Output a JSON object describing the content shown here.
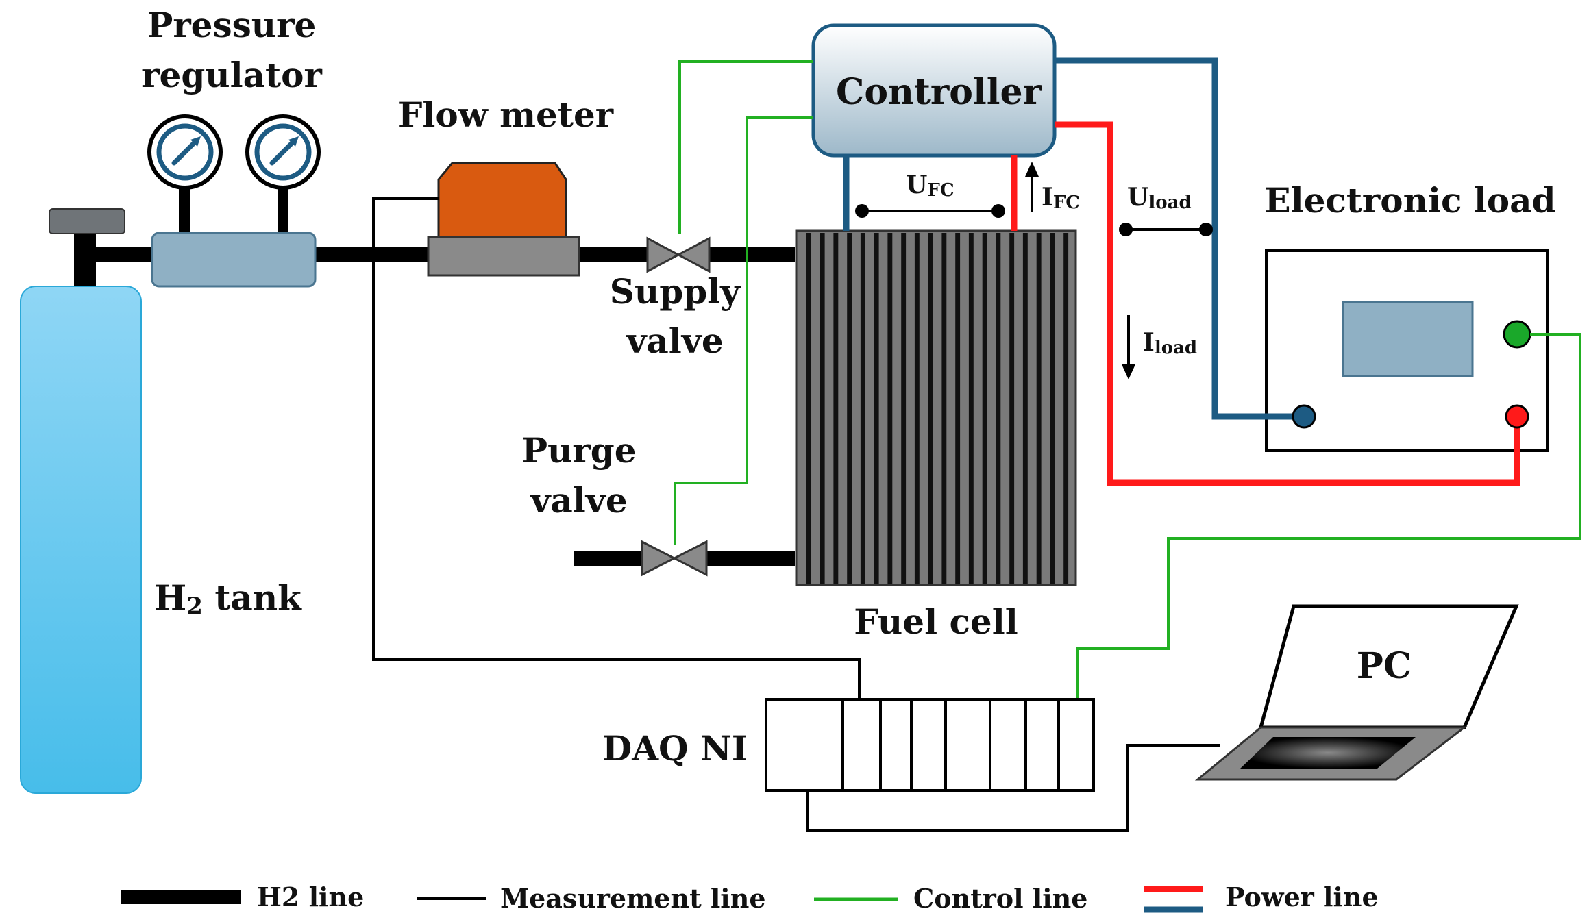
{
  "labels": {
    "pressure_regulator_1": "Pressure",
    "pressure_regulator_2": "regulator",
    "flow_meter": "Flow meter",
    "controller": "Controller",
    "u_fc_main": "U",
    "u_fc_sub": "FC",
    "i_fc_main": "I",
    "i_fc_sub": "FC",
    "u_load_main": "U",
    "u_load_sub": "load",
    "i_load_main": "I",
    "i_load_sub": "load",
    "electronic_load": "Electronic load",
    "supply_valve_1": "Supply",
    "supply_valve_2": "valve",
    "purge_valve_1": "Purge",
    "purge_valve_2": "valve",
    "h2_tank_main": "H",
    "h2_tank_sub": "2",
    "h2_tank_rest": " tank",
    "fuel_cell": "Fuel cell",
    "daq": "DAQ NI",
    "pc": "PC"
  },
  "legend": {
    "h2_line": "H2 line",
    "measurement_line": "Measurement line",
    "control_line": "Control line",
    "power_line": "Power line"
  },
  "colors": {
    "h2_line": "#000000",
    "measurement_line": "#000000",
    "control_line": "#22b022",
    "power_line_red": "#ff1a1a",
    "power_line_blue": "#1d5b83",
    "tank": "#5cc3ee",
    "flow_meter": "#d95a10",
    "controller": "#b8cfdc"
  }
}
